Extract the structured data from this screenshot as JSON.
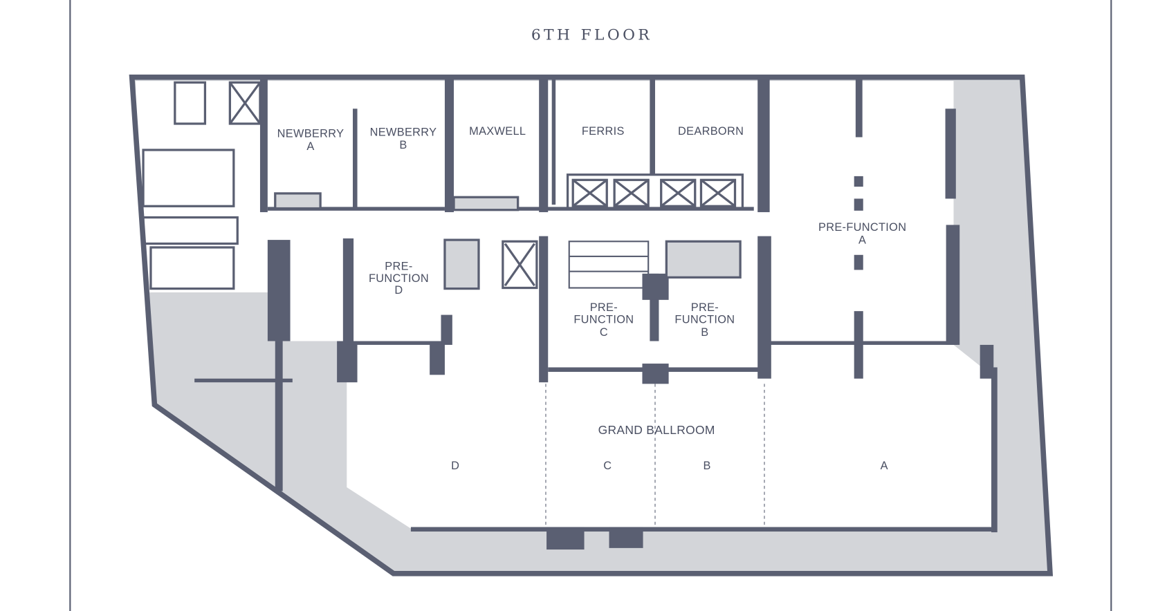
{
  "title": "6TH FLOOR",
  "colors": {
    "wall": "#5a5f72",
    "shaded": "#d3d5d9",
    "text": "#4a4f62"
  },
  "rooms": {
    "newberry_a": [
      "NEWBERRY",
      "A"
    ],
    "newberry_b": [
      "NEWBERRY",
      "B"
    ],
    "maxwell": "MAXWELL",
    "ferris": "FERRIS",
    "dearborn": "DEARBORN",
    "prefunction_a": [
      "PRE-FUNCTION",
      "A"
    ],
    "prefunction_b": [
      "PRE-",
      "FUNCTION",
      "B"
    ],
    "prefunction_c": [
      "PRE-",
      "FUNCTION",
      "C"
    ],
    "prefunction_d": [
      "PRE-",
      "FUNCTION",
      "D"
    ],
    "grand_ballroom": "GRAND BALLROOM",
    "ballroom_sections": [
      "D",
      "C",
      "B",
      "A"
    ]
  }
}
